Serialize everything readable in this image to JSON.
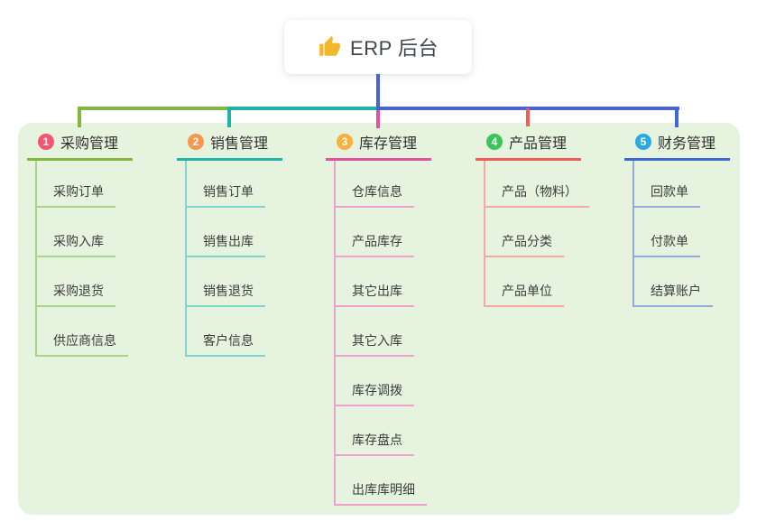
{
  "root": {
    "title": "ERP 后台",
    "icon": "thumbs-up-icon",
    "icon_color": "#f3b72d"
  },
  "colors": {
    "panel_bg": "#e6f4df",
    "root_connector": "#4a63d2",
    "card_bg": "#ffffff",
    "text": "#3c3c3c"
  },
  "branches": [
    {
      "badge": "1",
      "label": "采购管理",
      "badge_color": "#f25670",
      "line_color": "#82b841",
      "light_color": "#aad38b",
      "children": [
        "采购订单",
        "采购入库",
        "采购退货",
        "供应商信息"
      ]
    },
    {
      "badge": "2",
      "label": "销售管理",
      "badge_color": "#f9974d",
      "line_color": "#1fb3aa",
      "light_color": "#7fd6cd",
      "children": [
        "销售订单",
        "销售出库",
        "销售退货",
        "客户信息"
      ]
    },
    {
      "badge": "3",
      "label": "库存管理",
      "badge_color": "#f9b03c",
      "line_color": "#e1519e",
      "light_color": "#f2a0cd",
      "children": [
        "仓库信息",
        "产品库存",
        "其它出库",
        "其它入库",
        "库存调拨",
        "库存盘点",
        "出库库明细"
      ]
    },
    {
      "badge": "4",
      "label": "产品管理",
      "badge_color": "#3cc45c",
      "line_color": "#f25c52",
      "light_color": "#f7a8a4",
      "children": [
        "产品（物料）",
        "产品分类",
        "产品单位"
      ]
    },
    {
      "badge": "5",
      "label": "财务管理",
      "badge_color": "#2ba9e3",
      "line_color": "#3f68d6",
      "light_color": "#93a9e0",
      "children": [
        "回款单",
        "付款单",
        "结算账户"
      ]
    }
  ]
}
